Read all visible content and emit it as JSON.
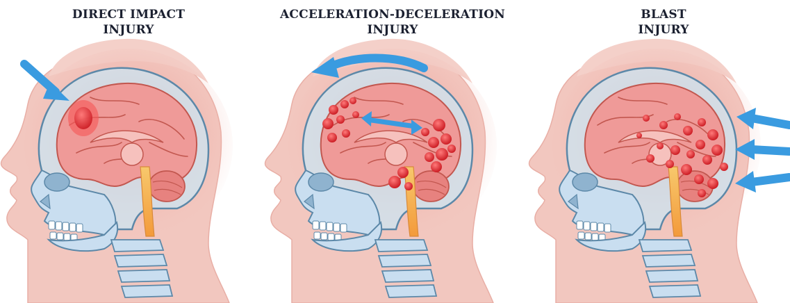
{
  "panels": [
    {
      "id": "direct-impact",
      "title_line1": "DIRECT IMPACT",
      "title_line2": "INJURY",
      "arrow_direction": "diagonal-inward-top-left",
      "lesion_pattern": "single-focal-bruise"
    },
    {
      "id": "acceleration-deceleration",
      "title_line1": "ACCELERATION-DECELERATION",
      "title_line2": "INJURY",
      "arrow_direction": "curved-over-head-leftward-and-double-headed-inside-brain",
      "lesion_pattern": "front-and-back-multiple-lesions"
    },
    {
      "id": "blast",
      "title_line1": "BLAST",
      "title_line2": "INJURY",
      "arrow_direction": "three-arrows-from-right",
      "lesion_pattern": "scattered-diffuse-lesions"
    }
  ],
  "colors": {
    "skin": "#f2c7bf",
    "skin_dark": "#e59b93",
    "skull_glass": "#c9e4f1",
    "skull_outline": "#5c88a8",
    "brain": "#ef9a98",
    "brain_outline": "#c2574f",
    "lesion": "#e32a30",
    "arrow": "#3a9be0",
    "spine": "#f5b85a",
    "title": "#1b2030"
  }
}
